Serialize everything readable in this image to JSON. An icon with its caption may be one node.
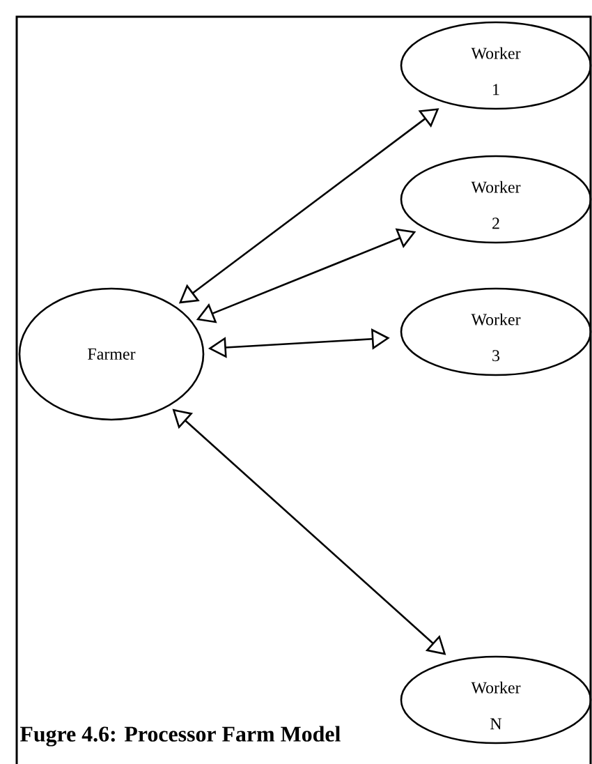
{
  "diagram": {
    "caption": "Fugre 4.6: Processor Farm Model",
    "nodes": [
      {
        "text": [
          "Farmer"
        ]
      },
      {
        "text": [
          "Worker 1"
        ]
      },
      {
        "text": [
          "Worker 2"
        ]
      },
      {
        "text": [
          "Worker 3"
        ]
      },
      {
        "text": [
          "Worker N"
        ]
      }
    ],
    "edges": [
      {
        "from": 0,
        "to": 1,
        "arrow": "both"
      },
      {
        "from": 0,
        "to": 2,
        "arrow": "both"
      },
      {
        "from": 0,
        "to": 3,
        "arrow": "both"
      },
      {
        "from": 0,
        "to": 4,
        "arrow": "both"
      }
    ]
  }
}
